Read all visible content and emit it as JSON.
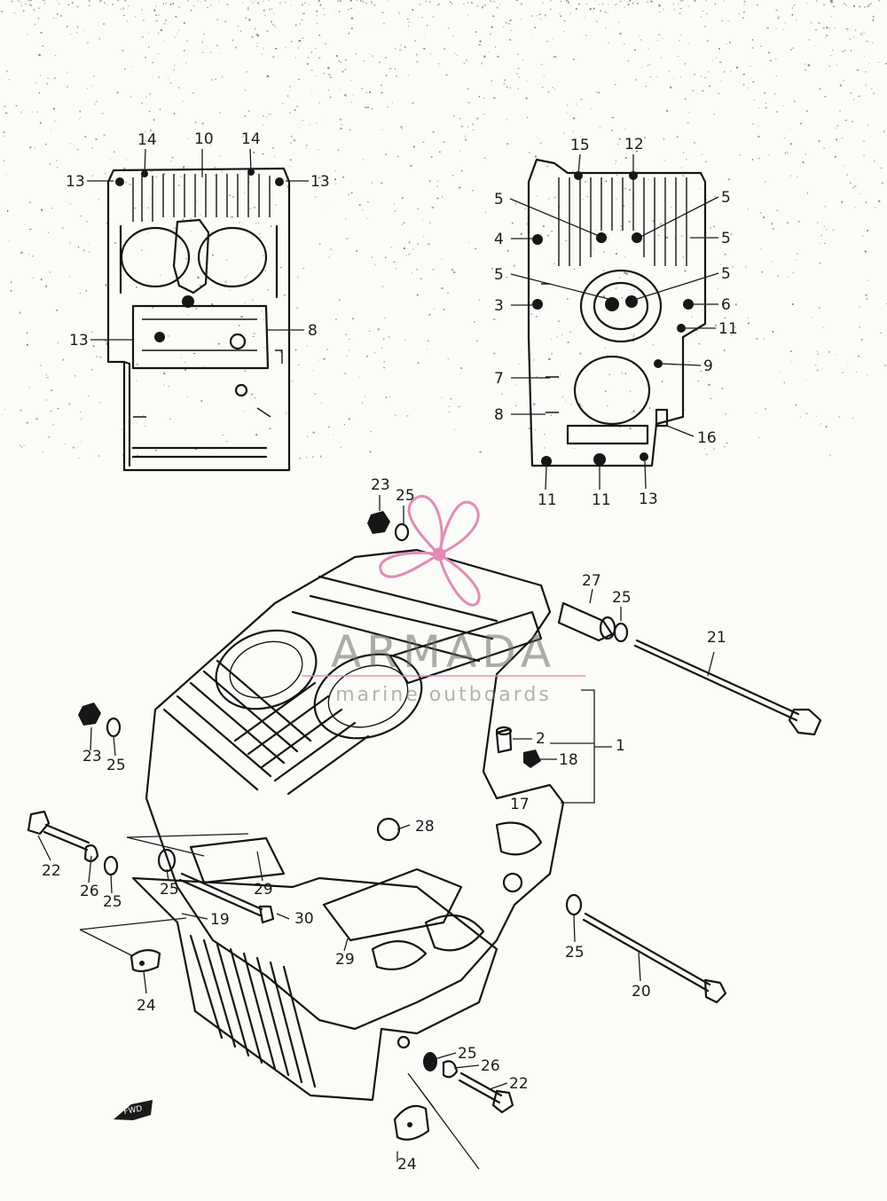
{
  "watermark": {
    "brand": "ARMADA",
    "tagline": "marine outboards",
    "logo_color": "#e48bb4"
  },
  "fwd_marker": "FWD",
  "callouts": {
    "upper_left": [
      "14",
      "10",
      "14",
      "13",
      "13",
      "13",
      "8"
    ],
    "upper_right": [
      "15",
      "12",
      "5",
      "5",
      "4",
      "5",
      "5",
      "5",
      "3",
      "6",
      "11",
      "7",
      "9",
      "8",
      "16",
      "11",
      "11",
      "13"
    ],
    "main": [
      "23",
      "25",
      "27",
      "25",
      "21",
      "2",
      "18",
      "1",
      "23",
      "25",
      "17",
      "28",
      "22",
      "26",
      "25",
      "25",
      "29",
      "19",
      "30",
      "29",
      "24",
      "25",
      "20",
      "25",
      "26",
      "22",
      "24"
    ]
  }
}
